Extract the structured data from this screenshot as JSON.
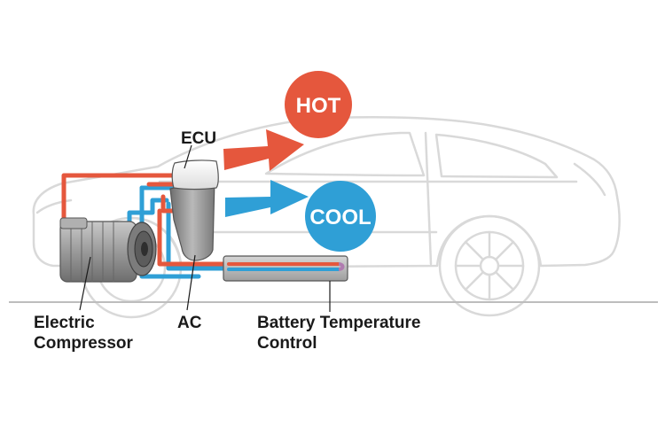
{
  "labels": {
    "ecu": "ECU",
    "hot": "HOT",
    "cool": "COOL",
    "electric_compressor": [
      "Electric",
      "Compressor"
    ],
    "ac": "AC",
    "battery_temperature_control": [
      "Battery Temperature",
      "Control"
    ]
  },
  "colors": {
    "hot": "#e5573d",
    "cool": "#2f9fd6",
    "car_outline": "#d9d9d9",
    "ground": "#bdbdbd",
    "component_gray": "#8c8c8c",
    "text": "#1a1a1a"
  }
}
